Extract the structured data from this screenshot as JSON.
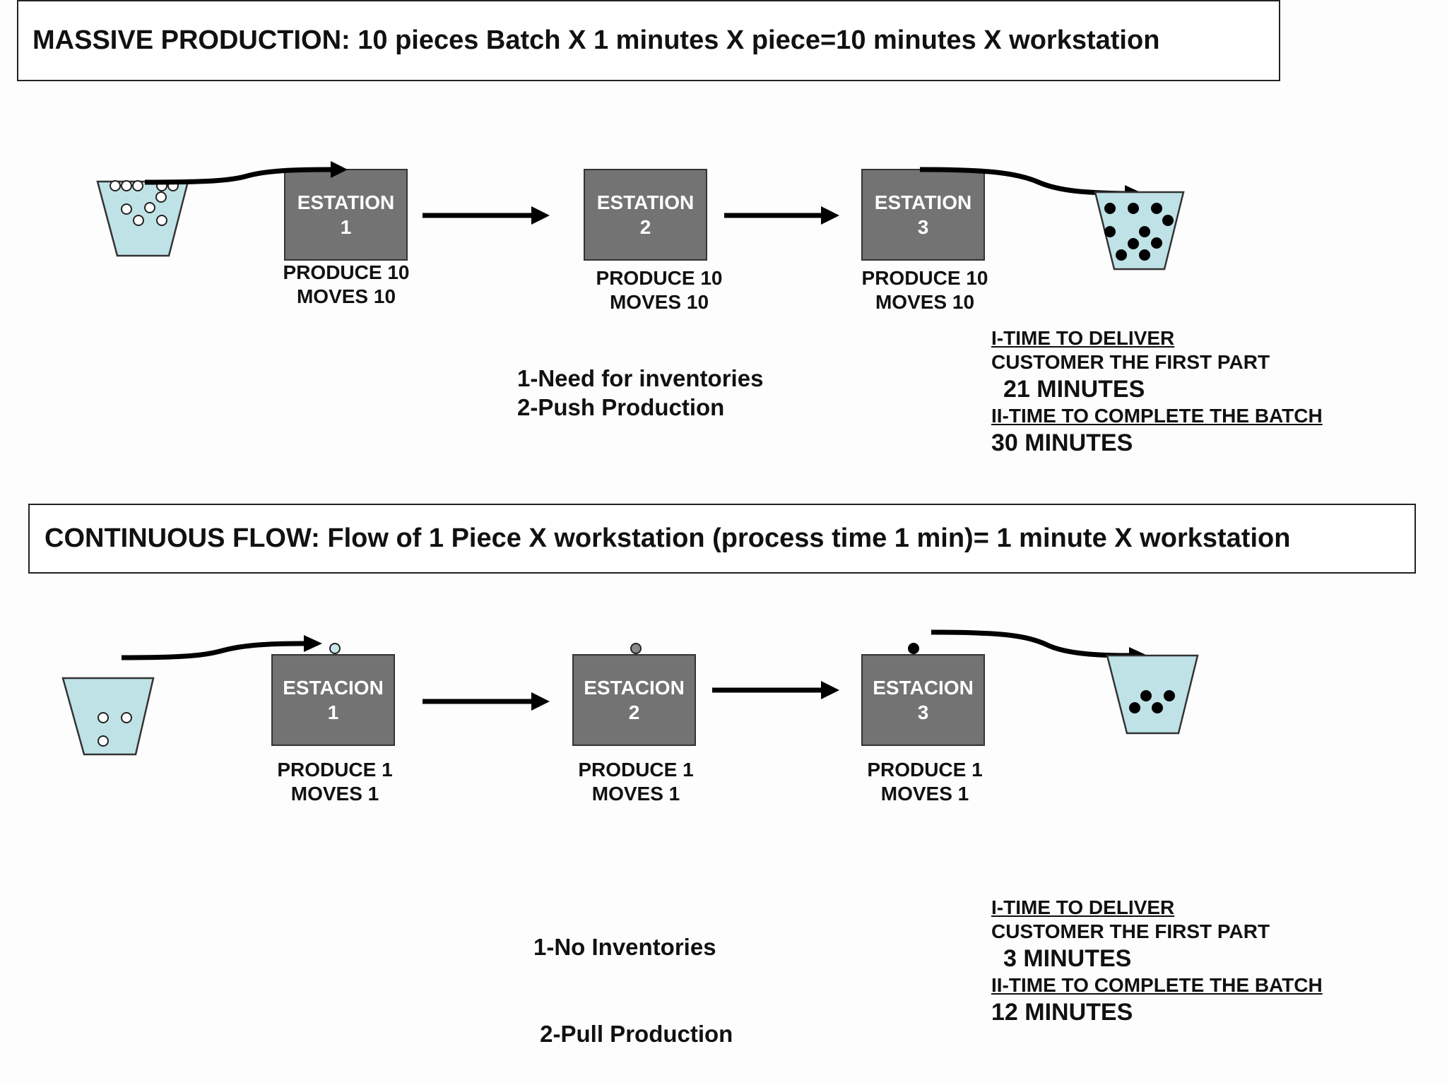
{
  "massive": {
    "title": "MASSIVE PRODUCTION:  10 pieces Batch X 1 minutes X piece=10 minutes X  workstation",
    "stations": [
      {
        "name": "ESTATION",
        "number": "1",
        "produce": "PRODUCE 10",
        "moves": "MOVES 10"
      },
      {
        "name": "ESTATION",
        "number": "2",
        "produce": "PRODUCE 10",
        "moves": "MOVES 10"
      },
      {
        "name": "ESTATION",
        "number": "3",
        "produce": "PRODUCE 10",
        "moves": "MOVES 10"
      }
    ],
    "notes": [
      "1-Need for inventories",
      "2-Push Production"
    ],
    "summary": {
      "label1": "I-TIME TO DELIVER",
      "label1b": "CUSTOMER THE FIRST PART",
      "value1": "21 MINUTES",
      "label2": "II-TIME TO COMPLETE THE BATCH",
      "value2": "30 MINUTES"
    }
  },
  "continuous": {
    "title": "CONTINUOUS FLOW: Flow  of 1 Piece X workstation (process time 1 min)= 1 minute X workstation",
    "stations": [
      {
        "name": "ESTACION",
        "number": "1",
        "produce": "PRODUCE 1",
        "moves": "MOVES 1"
      },
      {
        "name": "ESTACION",
        "number": "2",
        "produce": "PRODUCE 1",
        "moves": "MOVES 1"
      },
      {
        "name": "ESTACION",
        "number": "3",
        "produce": "PRODUCE 1",
        "moves": "MOVES 1"
      }
    ],
    "notes": [
      "1-No Inventories",
      " 2-Pull Production"
    ],
    "summary": {
      "label1": "I-TIME TO DELIVER",
      "label1b": "CUSTOMER THE FIRST PART",
      "value1": "3 MINUTES",
      "label2": "II-TIME TO COMPLETE THE BATCH",
      "value2": "12 MINUTES"
    }
  },
  "colors": {
    "bucket_fill": "#bfe2e6",
    "station_fill": "#737373",
    "piece_filled": "#000000",
    "piece_empty": "#ffffff",
    "piece_in_process": "#8a8a8a",
    "piece_first": "#c9e6ea"
  },
  "icons": [
    "input-bucket",
    "output-bucket",
    "flow-arrow",
    "piece-circle"
  ]
}
